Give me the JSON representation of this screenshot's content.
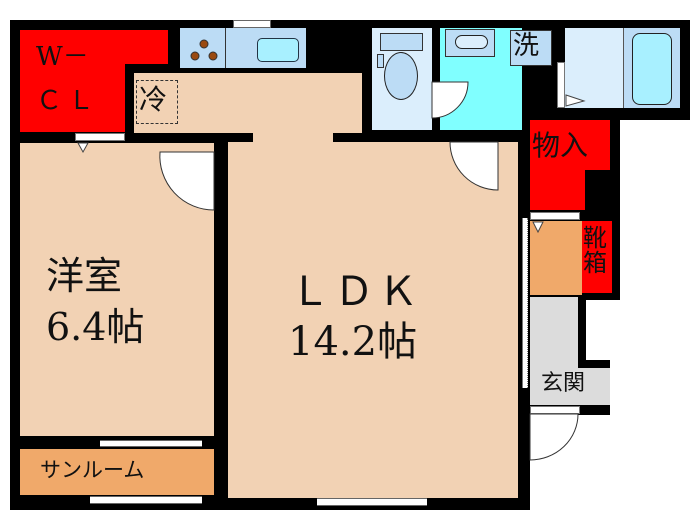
{
  "floor_plan": {
    "rooms": {
      "walk_in_closet": {
        "line1": "W－",
        "line2": "ＣＬ"
      },
      "fridge": {
        "label": "冷"
      },
      "western_room": {
        "name": "洋室",
        "size": "6.4帖"
      },
      "ldk": {
        "name": "ＬＤＫ",
        "size": "14.2帖"
      },
      "laundry": {
        "label": "洗"
      },
      "storage": {
        "label": "物入"
      },
      "shoe_box": {
        "label": "靴箱"
      },
      "entrance": {
        "label": "玄関"
      },
      "sunroom": {
        "label": "サンルーム"
      }
    },
    "colors": {
      "wall": "#000000",
      "floor": "#f2d2b4",
      "closet": "#ff0000",
      "sunroom": "#f0a96a",
      "washroom": "#80ffff",
      "bath": "#dbeefc",
      "entrance": "#dcdcdc"
    }
  }
}
